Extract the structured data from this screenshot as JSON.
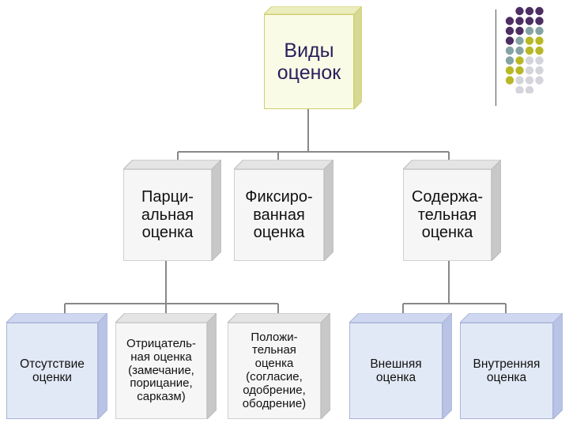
{
  "root": {
    "label": "Виды\nоценок"
  },
  "level2": [
    {
      "label": "Парци-\nальная\nоценка"
    },
    {
      "label": "Фиксиро-\nванная\nоценка"
    },
    {
      "label": "Содержа-\nтельная\nоценка"
    }
  ],
  "level3": [
    {
      "label": "Отсутствие\nоценки"
    },
    {
      "label": "Отрицатель-\nная оценка\n(замечание,\nпорицание,\nсарказм)"
    },
    {
      "label": "Положи-\nтельная\nоценка\n(согласие,\nодобрение,\nободрение)"
    },
    {
      "label": "Внешняя\nоценка"
    },
    {
      "label": "Внутренняя\nоценка"
    }
  ],
  "colors": {
    "root_fill": "#fafbe6",
    "root_side": "#d6d893",
    "root_border": "#cfd070",
    "gray_fill": "#f6f6f6",
    "gray_side": "#c8c8c8",
    "blue_fill": "#e2e9f6",
    "blue_side": "#b8c3e6",
    "line": "#888888",
    "dot_purple": "#4d2e63",
    "dot_teal": "#86a3a3",
    "dot_olive": "#b8b827",
    "dot_gray": "#d4d4dc"
  }
}
